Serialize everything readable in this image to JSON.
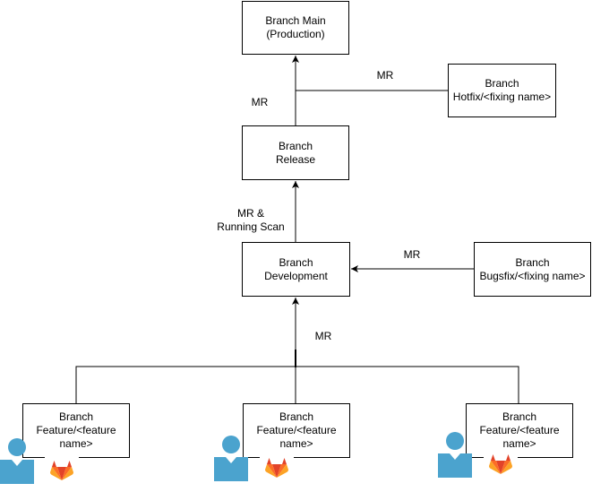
{
  "nodes": {
    "main": {
      "line1": "Branch Main",
      "line2": "(Production)"
    },
    "hotfix": {
      "line1": "Branch",
      "line2": "Hotfix/<fixing name>"
    },
    "release": {
      "line1": "Branch",
      "line2": "Release"
    },
    "development": {
      "line1": "Branch",
      "line2": "Development"
    },
    "bugsfix": {
      "line1": "Branch",
      "line2": "Bugsfix/<fixing name>"
    },
    "features": [
      {
        "line1": "Branch",
        "line2": "Feature/<feature",
        "line3": "name>"
      },
      {
        "line1": "Branch",
        "line2": "Feature/<feature",
        "line3": "name>"
      },
      {
        "line1": "Branch",
        "line2": "Feature/<feature",
        "line3": "name>"
      }
    ]
  },
  "edge_labels": {
    "release_to_main": "MR",
    "hotfix_to_main": "MR",
    "dev_to_release_line1": "MR &",
    "dev_to_release_line2": "Running Scan",
    "bugsfix_to_dev": "MR",
    "features_to_dev": "MR"
  },
  "icons": [
    "user-icon",
    "gitlab-icon"
  ],
  "colors": {
    "user": "#4BA3CE",
    "gitlab_red": "#E24329",
    "gitlab_orange": "#FC6D26",
    "gitlab_yellow": "#FCA326"
  }
}
